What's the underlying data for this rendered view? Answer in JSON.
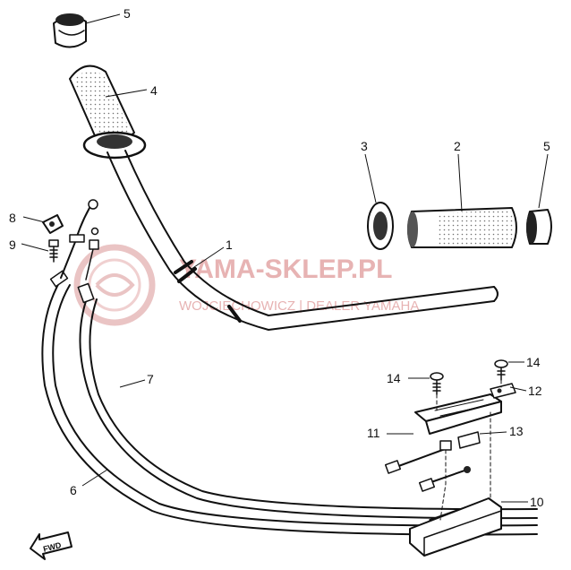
{
  "watermark": {
    "title": "YAMA-SKLEP.PL",
    "subtitle": "WOJCIECHOWICZ | DEALER YAMAHA",
    "color": "#e7b3b3"
  },
  "direction_label": "FWD",
  "parts": [
    {
      "key": "p1",
      "number": "1",
      "part": "handlebar"
    },
    {
      "key": "p2",
      "number": "2",
      "part": "throttle-grip"
    },
    {
      "key": "p3",
      "number": "3",
      "part": "grip-collar"
    },
    {
      "key": "p4",
      "number": "4",
      "part": "left-grip"
    },
    {
      "key": "p5a",
      "number": "5",
      "part": "grip-end-left"
    },
    {
      "key": "p5b",
      "number": "5",
      "part": "grip-end-right"
    },
    {
      "key": "p6",
      "number": "6",
      "part": "throttle-cable-1"
    },
    {
      "key": "p7",
      "number": "7",
      "part": "throttle-cable-2"
    },
    {
      "key": "p8",
      "number": "8",
      "part": "cable-clamp"
    },
    {
      "key": "p9",
      "number": "9",
      "part": "clamp-screw"
    },
    {
      "key": "p10",
      "number": "10",
      "part": "housing-cover"
    },
    {
      "key": "p11",
      "number": "11",
      "part": "throttle-housing"
    },
    {
      "key": "p12",
      "number": "12",
      "part": "plate"
    },
    {
      "key": "p13",
      "number": "13",
      "part": "cable-guide"
    },
    {
      "key": "p14a",
      "number": "14",
      "part": "housing-screw-left"
    },
    {
      "key": "p14b",
      "number": "14",
      "part": "housing-screw-right"
    }
  ]
}
